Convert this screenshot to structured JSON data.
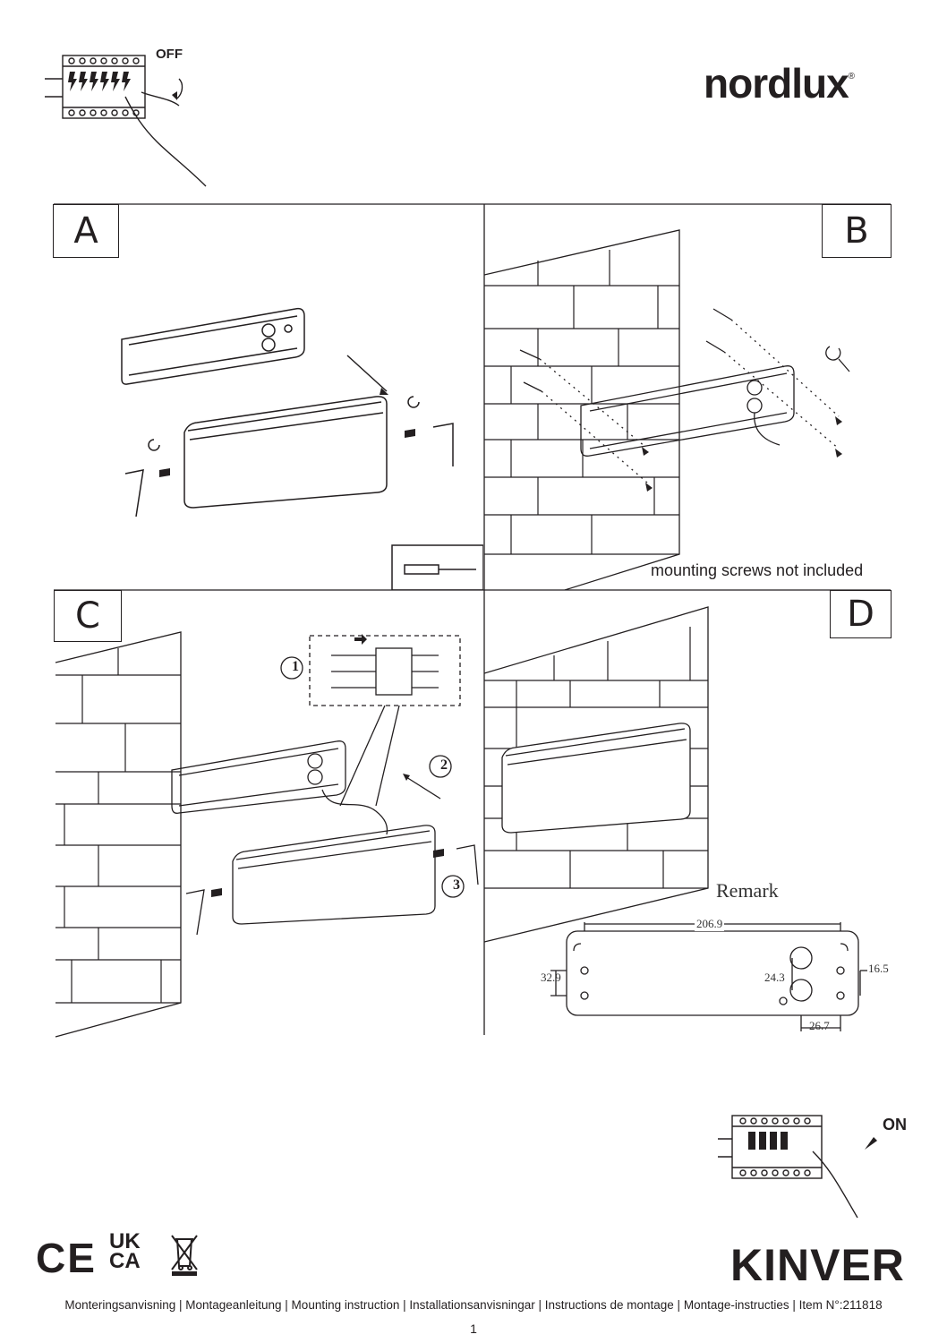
{
  "brand": {
    "logo_text": "nordlux",
    "registered": "®"
  },
  "switch_top": {
    "label": "OFF"
  },
  "switch_bottom": {
    "label": "ON"
  },
  "steps": {
    "a": "A",
    "b": "B",
    "c": "C",
    "d": "D"
  },
  "panel_b": {
    "note": "mounting screws not included"
  },
  "panel_c": {
    "markers": [
      "1",
      "2",
      "3"
    ]
  },
  "panel_d": {
    "remark": "Remark",
    "dimensions": {
      "width": "206.9",
      "height": "32.9",
      "hole_spacing": "24.3",
      "edge_offset": "16.5",
      "hole_offset": "26.7"
    }
  },
  "certifications": {
    "ce": "CE",
    "ukca_top": "UK",
    "ukca_bottom": "CA",
    "weee": "weee-bin-icon"
  },
  "product": {
    "name": "KINVER"
  },
  "footer": {
    "text": "Monteringsanvisning | Montageanleitung | Mounting instruction | Installationsanvisningar | Instructions de montage | Montage-instructies | Item N°:211818"
  },
  "page": {
    "number": "1"
  },
  "colors": {
    "ink": "#231f20",
    "line": "#333333"
  }
}
